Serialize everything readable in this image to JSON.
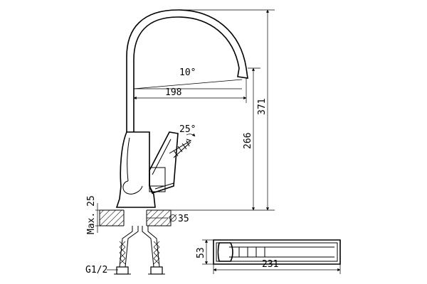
{
  "dimensions": {
    "reach": "198",
    "spout_angle": "10°",
    "handle_angle": "25°",
    "spout_height": "266",
    "total_height": "371",
    "hole_diameter": "35",
    "max_thickness": "Max. 25",
    "thread": "G1/2",
    "base_width": "53",
    "base_length": "231"
  },
  "symbols": {
    "diameter": "∅"
  }
}
